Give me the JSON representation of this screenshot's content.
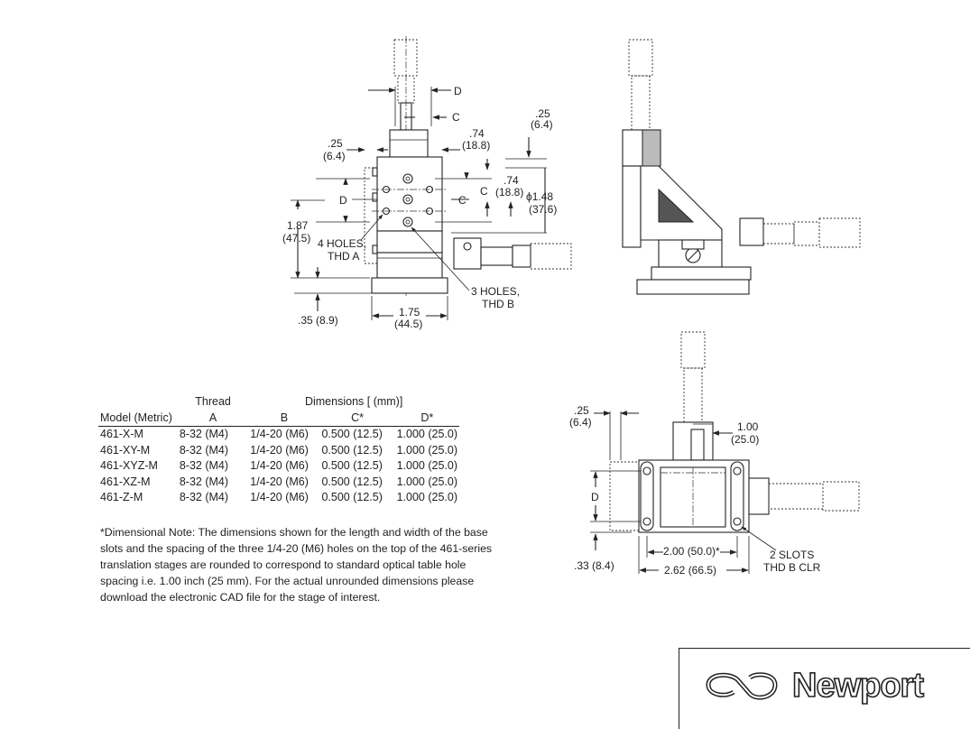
{
  "front_view": {
    "d_label_top": "D",
    "c_label_top": "C",
    "dim_025": ".25",
    "dim_025_mm": "(6.4)",
    "dim_074": ".74",
    "dim_074_mm": "(18.8)",
    "d_label_side": "D",
    "c_label_mid": "C",
    "dim_187": "1.87",
    "dim_187_mm": "(47.5)",
    "holes_a": "4 HOLES,",
    "thd_a": "THD A",
    "holes_b": "3 HOLES,",
    "thd_b": "THD B",
    "dim_035": ".35 (8.9)",
    "dim_175": "1.75",
    "dim_175_mm": "(44.5)",
    "c_label_right": "C",
    "dim_074b": ".74",
    "dim_074b_mm": "(18.8)",
    "dim_148": "ϕ1.48",
    "dim_148_mm": "(37.6)",
    "dim_025r": ".25",
    "dim_025r_mm": "(6.4)"
  },
  "top_view": {
    "dim_025": ".25",
    "dim_025_mm": "(6.4)",
    "dim_100": "1.00",
    "dim_100_mm": "(25.0)",
    "d_label": "D",
    "dim_033": ".33 (8.4)",
    "dim_200": "2.00 (50.0)*",
    "dim_262": "2.62 (66.5)",
    "slots": "2 SLOTS",
    "slots_thd": "THD B CLR"
  },
  "table": {
    "group_thread": "Thread",
    "group_dims": "Dimensions [ (mm)]",
    "headers": [
      "Model (Metric)",
      "A",
      "B",
      "C*",
      "D*"
    ],
    "rows": [
      [
        "461-X-M",
        "8-32 (M4)",
        "1/4-20 (M6)",
        "0.500 (12.5)",
        "1.000 (25.0)"
      ],
      [
        "461-XY-M",
        "8-32 (M4)",
        "1/4-20 (M6)",
        "0.500 (12.5)",
        "1.000 (25.0)"
      ],
      [
        "461-XYZ-M",
        "8-32 (M4)",
        "1/4-20 (M6)",
        "0.500 (12.5)",
        "1.000 (25.0)"
      ],
      [
        "461-XZ-M",
        "8-32 (M4)",
        "1/4-20 (M6)",
        "0.500 (12.5)",
        "1.000 (25.0)"
      ],
      [
        "461-Z-M",
        "8-32 (M4)",
        "1/4-20 (M6)",
        "0.500 (12.5)",
        "1.000 (25.0)"
      ]
    ]
  },
  "note": "*Dimensional Note: The dimensions shown for the length and width of the base slots and the spacing of the three 1/4-20 (M6) holes on the top of the 461-series translation stages are rounded to correspond to standard optical table hole spacing i.e. 1.00 inch (25 mm). For the actual unrounded dimensions please download the electronic CAD file for the stage of interest.",
  "logo": {
    "text": "Newport",
    "icon": "newport-swirl-logo"
  }
}
